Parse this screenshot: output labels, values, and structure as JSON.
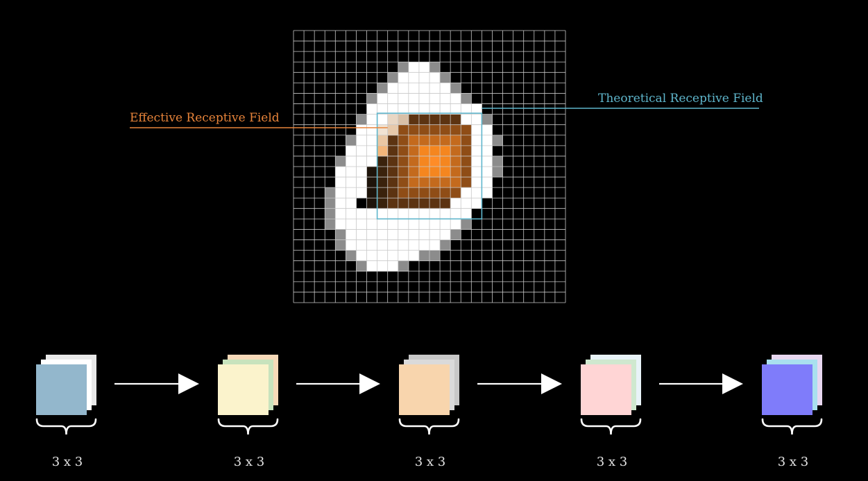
{
  "labels": {
    "effective": "Effective Receptive Field",
    "theoretical": "Theoretical Receptive Field"
  },
  "colors": {
    "background": "#000000",
    "grid_line": "#c8c8c8",
    "effective": "#e8843a",
    "theoretical": "#5fb6cc",
    "arrow": "#ffffff",
    "brace": "#ffffff"
  },
  "grid": {
    "columns": 26,
    "rows": 26
  },
  "pixel_rows": [
    "..........................",
    "..........................",
    "..........................",
    "..........gwwg............",
    ".........gwwwwg...........",
    "........gwwwwwwg..........",
    ".......gwwwwwwwwg.........",
    ".......wwwwwwwwwww........",
    "......gwwxxxxxxxwwg.......",
    "......wwxxxxxxxxxww.......",
    ".....gwwxxxxxxxxxwwg......",
    ".....wwwxxxxxxxxxww.......",
    "....gwwwxxxxxxxxxwwg......",
    "....wwwxxxxxxxxxxwwg......",
    "....wwwxxxxxxxxxxww.......",
    "...gwwwxxxxxxxxxwww.......",
    "...gwwxxxxxxxxxwww........",
    "...gwwwwwwwwwwwww.........",
    "...gwwwwwwwwwwwwg.........",
    "....gwwwwwwwwwwg..........",
    "....gwwwwwwwwwg...........",
    ".....gwwwwwwgg............",
    "......gwwwg...............",
    "..........................",
    "..........................",
    ".........................."
  ],
  "kernels": [
    {
      "label": "3 x 3",
      "colors": [
        "#e8e8e8",
        "#ffffff",
        "#93b7cc"
      ]
    },
    {
      "label": "3 x 3",
      "colors": [
        "#f6d9b8",
        "#c8e3bd",
        "#fbf3cc"
      ]
    },
    {
      "label": "3 x 3",
      "colors": [
        "#c8c8c8",
        "#dadada",
        "#f8d5ad"
      ]
    },
    {
      "label": "3 x 3",
      "colors": [
        "#e8f3f8",
        "#cfe8cf",
        "#ffd5d5"
      ]
    },
    {
      "label": "3 x 3",
      "colors": [
        "#e8d7f0",
        "#a9e0ef",
        "#7f7cfa"
      ]
    }
  ]
}
